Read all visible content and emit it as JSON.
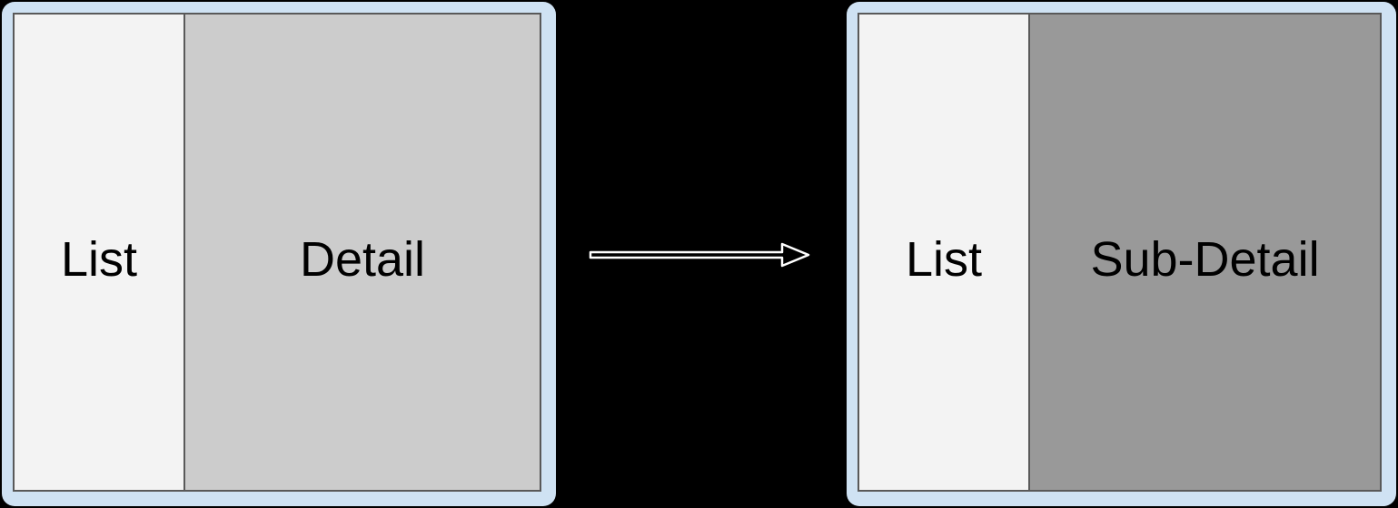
{
  "panels": {
    "before": {
      "list_label": "List",
      "detail_label": "Detail"
    },
    "after": {
      "list_label": "List",
      "detail_label": "Sub-Detail"
    }
  },
  "colors": {
    "canvas-bg": "#000000",
    "frame": "#cfe2f3",
    "pane-border": "#595959",
    "list-bg": "#f3f3f3",
    "detail-bg": "#cccccc",
    "sub-detail-bg": "#999999",
    "text": "#000000",
    "arrow-stroke": "#ffffff"
  }
}
